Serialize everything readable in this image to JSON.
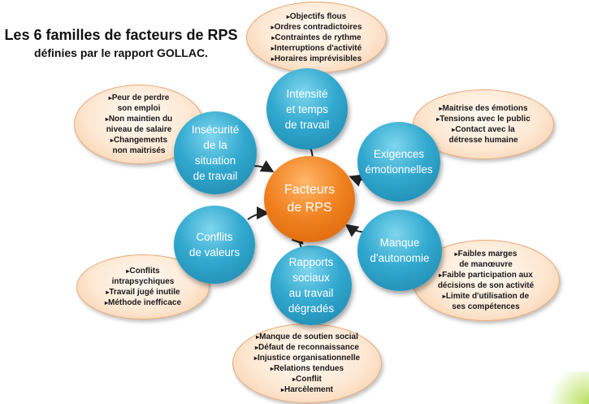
{
  "title": {
    "line1": "Les 6 familles de facteurs de RPS",
    "line2": "définies par le rapport GOLLAC."
  },
  "center": {
    "line1": "Facteurs",
    "line2": "de RPS"
  },
  "families": [
    {
      "id": "intensite",
      "lines": [
        "Intensité",
        "et temps",
        "de travail"
      ],
      "items": [
        "Objectifs flous",
        "Ordres contradictoires",
        "Contraintes de rythme",
        "Interruptions d'activité",
        "Horaires imprévisibles"
      ]
    },
    {
      "id": "exigences",
      "lines": [
        "Exigences",
        "émotionnelles"
      ],
      "items": [
        "Maitrise des émotions",
        "Tensions avec le public",
        "Contact avec la",
        "détresse humaine"
      ]
    },
    {
      "id": "autonomie",
      "lines": [
        "Manque",
        "d'autonomie"
      ],
      "items": [
        "Faibles marges",
        "de manœuvre",
        "Faible participation aux",
        "décisions de son activité",
        "Limite d'utilisation de",
        "ses compétences"
      ]
    },
    {
      "id": "rapports",
      "lines": [
        "Rapports",
        "sociaux",
        "au travail",
        "dégradés"
      ],
      "items": [
        "Manque de soutien social",
        "Défaut de reconnaissance",
        "Injustice organisationnelle",
        "Relations tendues",
        "Conflit",
        "Harcèlement"
      ]
    },
    {
      "id": "conflits",
      "lines": [
        "Conflits",
        "de valeurs"
      ],
      "items": [
        "Conflits",
        "intrapsychiques",
        "Travail jugé inutile",
        "Méthode inefficace"
      ]
    },
    {
      "id": "insecurite",
      "lines": [
        "Insécurité",
        "de la",
        "situation",
        "de travail"
      ],
      "items": [
        "Peur de perdre",
        "son emploi",
        "Non maintien du",
        "niveau de salaire",
        "Changements",
        "non maitrisés"
      ]
    }
  ],
  "colors": {
    "blue": "#2a9ac4",
    "orange": "#f07f1d",
    "peach": "#fde8d3",
    "arrow": "#222222"
  }
}
